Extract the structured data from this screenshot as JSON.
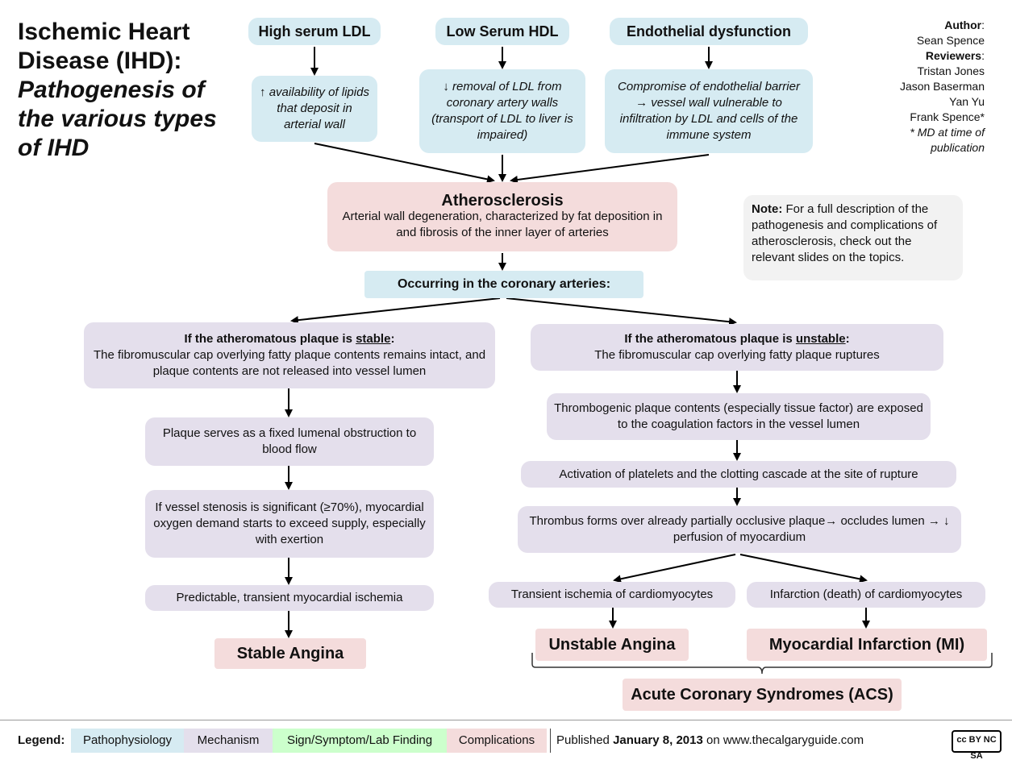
{
  "title": {
    "line1": "Ischemic Heart Disease (IHD):",
    "line2": "Pathogenesis of the various types of IHD"
  },
  "credits": {
    "author_label": "Author",
    "author": "Sean Spence",
    "reviewers_label": "Reviewers",
    "reviewers": [
      "Tristan Jones",
      "Jason Baserman",
      "Yan Yu",
      "Frank Spence*"
    ],
    "footnote": "* MD at time of publication"
  },
  "causes": [
    {
      "heading": "High serum LDL",
      "detail": "↑ availability of lipids that deposit in arterial wall"
    },
    {
      "heading": "Low Serum HDL",
      "detail": "↓ removal of LDL from coronary artery walls (transport of LDL to liver is impaired)"
    },
    {
      "heading": "Endothelial dysfunction",
      "detail": "Compromise of endothelial barrier → vessel wall vulnerable to infiltration by LDL and cells of the immune system"
    }
  ],
  "atherosclerosis": {
    "heading": "Atherosclerosis",
    "detail": "Arterial wall degeneration, characterized by fat deposition in and fibrosis of the inner layer of arteries"
  },
  "note": {
    "label": "Note:",
    "text": "For a full description of the pathogenesis and complications of atherosclerosis, check out the relevant slides on the topics."
  },
  "coronary": "Occurring in the coronary arteries:",
  "stable": {
    "heading_prefix": "If the atheromatous plaque is ",
    "heading_key": "stable",
    "heading_suffix": ":",
    "detail": "The fibromuscular cap overlying fatty plaque contents remains intact, and plaque contents are not released into vessel lumen",
    "steps": [
      "Plaque serves as a fixed lumenal obstruction to blood flow",
      "If vessel stenosis is significant (≥70%), myocardial oxygen demand starts to exceed supply, especially with exertion",
      "Predictable, transient myocardial ischemia"
    ],
    "outcome": "Stable Angina"
  },
  "unstable": {
    "heading_prefix": "If the atheromatous plaque is ",
    "heading_key": "unstable",
    "heading_suffix": ":",
    "detail": "The fibromuscular cap overlying fatty plaque ruptures",
    "steps": [
      "Thrombogenic plaque contents (especially tissue factor) are exposed to the coagulation factors in the vessel lumen",
      "Activation of platelets and the clotting cascade at the site of rupture",
      "Thrombus forms over already partially occlusive plaque→ occludes lumen → ↓ perfusion of myocardium"
    ],
    "branch_left": "Transient ischemia of cardiomyocytes",
    "branch_right": "Infarction (death) of cardiomyocytes",
    "outcome_left": "Unstable Angina",
    "outcome_right": "Myocardial Infarction (MI)",
    "acs": "Acute Coronary Syndromes (ACS)"
  },
  "legend": {
    "label": "Legend:",
    "items": [
      "Pathophysiology",
      "Mechanism",
      "Sign/Symptom/Lab Finding",
      "Complications"
    ],
    "published_prefix": "Published ",
    "published_date": "January 8, 2013",
    "published_suffix": " on www.thecalgaryguide.com",
    "license": "cc BY NC SA"
  },
  "colors": {
    "pathophysiology": "#d6ebf2",
    "mechanism": "#e4dfec",
    "sign_symptom": "#ccffcc",
    "complications": "#f4dcdc",
    "note": "#f2f2f2"
  }
}
